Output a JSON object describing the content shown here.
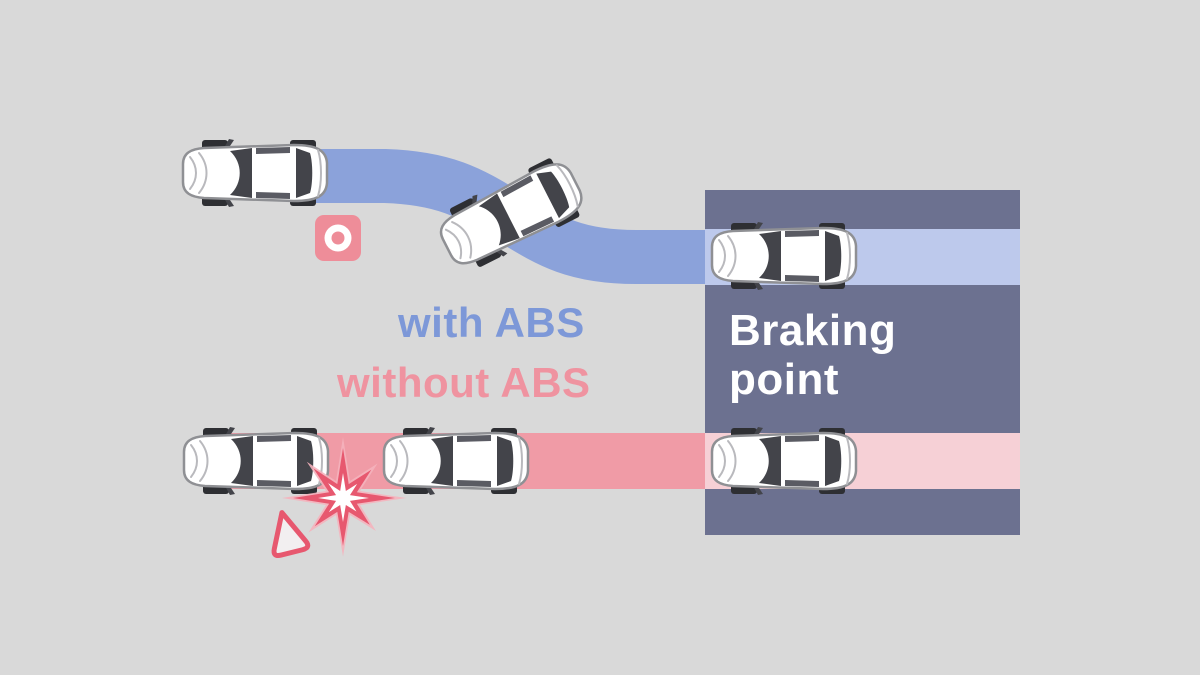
{
  "diagram": {
    "title": "ABS braking comparison diagram",
    "labels": {
      "with_abs": "with ABS",
      "without_abs": "without ABS",
      "braking_point_line1": "Braking",
      "braking_point_line2": "point"
    },
    "elements": {
      "cars_top_track": 3,
      "cars_bottom_track": 3,
      "obstacle_icon": "rounded square with dot",
      "crash_icon": "starburst",
      "warning_icon": "warning triangle"
    },
    "colors": {
      "background": "#d9d9d9",
      "panel": "#6c7190",
      "abs_path": "#8ba2da",
      "abs_path_light": "#bdc9ec",
      "no_abs_path": "#f09ba6",
      "no_abs_path_light": "#f6d0d6",
      "with_abs_text": "#7d98d8",
      "without_abs_text": "#ef93a0",
      "braking_point_text": "#ffffff",
      "crash": "#e7586f",
      "crash_glow": "#f4b3bd",
      "obstacle": "#ee8d99"
    }
  }
}
